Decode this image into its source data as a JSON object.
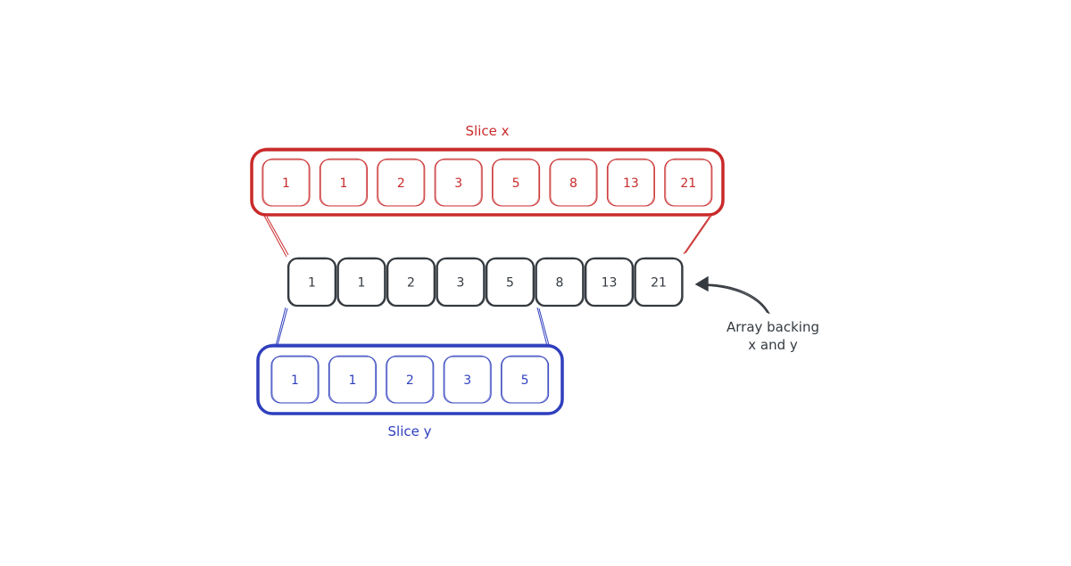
{
  "colors": {
    "red": "#c92a2a",
    "blue": "#2f3fbd",
    "dark": "#343a40",
    "background": "#ffffff"
  },
  "slice_x": {
    "label": "Slice x",
    "values": [
      "1",
      "1",
      "2",
      "3",
      "5",
      "8",
      "13",
      "21"
    ]
  },
  "array": {
    "values": [
      "1",
      "1",
      "2",
      "3",
      "5",
      "8",
      "13",
      "21"
    ]
  },
  "slice_y": {
    "label": "Slice y",
    "values": [
      "1",
      "1",
      "2",
      "3",
      "5"
    ]
  },
  "annotation": {
    "line1": "Array backing",
    "line2": "x and y",
    "icon": "arrow-icon"
  }
}
